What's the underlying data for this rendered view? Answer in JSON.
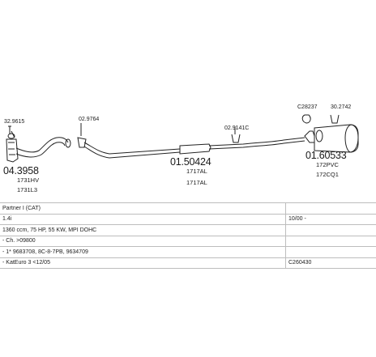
{
  "parts": {
    "p1": {
      "number": "04.3958",
      "codes": [
        "1731HV",
        "1731L3"
      ],
      "clamp": "32.9615"
    },
    "p2": {
      "clamp": "02.9764"
    },
    "p3": {
      "number": "01.50424",
      "codes": [
        "1717AL",
        "1717AL"
      ]
    },
    "p4": {
      "clamp": "02.9141C"
    },
    "p5": {
      "number": "01.60533",
      "codes": [
        "172PVC",
        "172CQ1"
      ],
      "clamps": [
        "C28237",
        "30.2742"
      ]
    }
  },
  "info_rows": [
    {
      "left": "Partner I (CAT)",
      "right": ""
    },
    {
      "left": "1.4i",
      "right": "10/00 -"
    },
    {
      "left": "1360 ccm, 75 HP, 55 KW, MPI DOHC",
      "right": ""
    },
    {
      "left": "- Ch. >09800",
      "right": ""
    },
    {
      "left": "- 1* 9683708, 8C-8-7PB, 9634709",
      "right": ""
    },
    {
      "left": "- KatEuro 3 <12/05",
      "right": "C260430"
    }
  ]
}
